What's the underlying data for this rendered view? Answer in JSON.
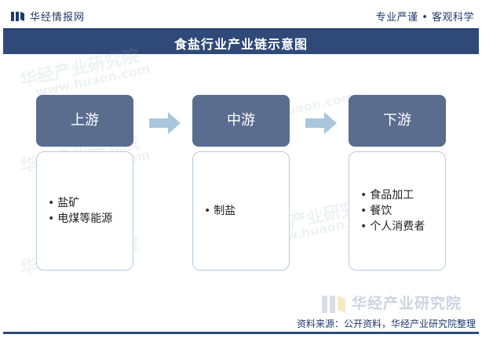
{
  "header": {
    "brand": "华经情报网",
    "slogan": "专业严谨 • 客观科学"
  },
  "title": "食盐行业产业链示意图",
  "chain": [
    {
      "label": "上游",
      "items": [
        "盐矿",
        "电煤等能源"
      ]
    },
    {
      "label": "中游",
      "items": [
        "制盐"
      ]
    },
    {
      "label": "下游",
      "items": [
        "食品加工",
        "餐饮",
        "个人消费者"
      ]
    }
  ],
  "watermark": {
    "brand": "华经产业研究院",
    "site": "www.huaon.com"
  },
  "footer": {
    "source": "资料来源：公开资料，华经产业研究院整理"
  },
  "colors": {
    "title_band": "#2f4a78",
    "stage_header": "#5a6d8f",
    "arrow": "#a9c6dc",
    "box_border": "#b8ccdd"
  },
  "icons": {
    "logo": "book-bars-icon",
    "arrow": "right-arrow-icon"
  }
}
